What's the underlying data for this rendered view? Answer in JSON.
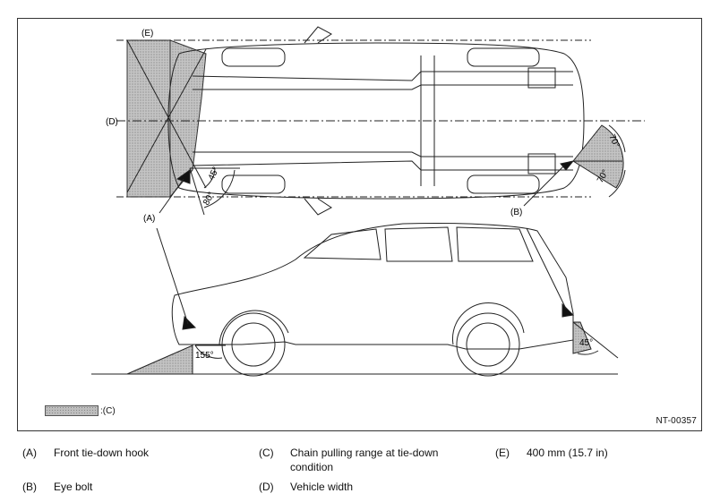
{
  "diagram": {
    "labels": {
      "A_top": "(A)",
      "B_top": "(B)",
      "D": "(D)",
      "E": "(E)"
    },
    "angles": {
      "a45": "45°",
      "a80": "80°",
      "a70_upper": "70°",
      "a70_lower": "70°",
      "a155": "155°",
      "a45_rear": "45°"
    },
    "reference": "NT-00357",
    "legend_label": ":(C)"
  },
  "captions": [
    {
      "key": "(A)",
      "text": "Front tie-down hook"
    },
    {
      "key": "(B)",
      "text": "Eye bolt"
    },
    {
      "key": "(C)",
      "text": "Chain pulling range at tie-down condition"
    },
    {
      "key": "(D)",
      "text": "Vehicle width"
    },
    {
      "key": "(E)",
      "text": "400 mm (15.7 in)"
    }
  ]
}
